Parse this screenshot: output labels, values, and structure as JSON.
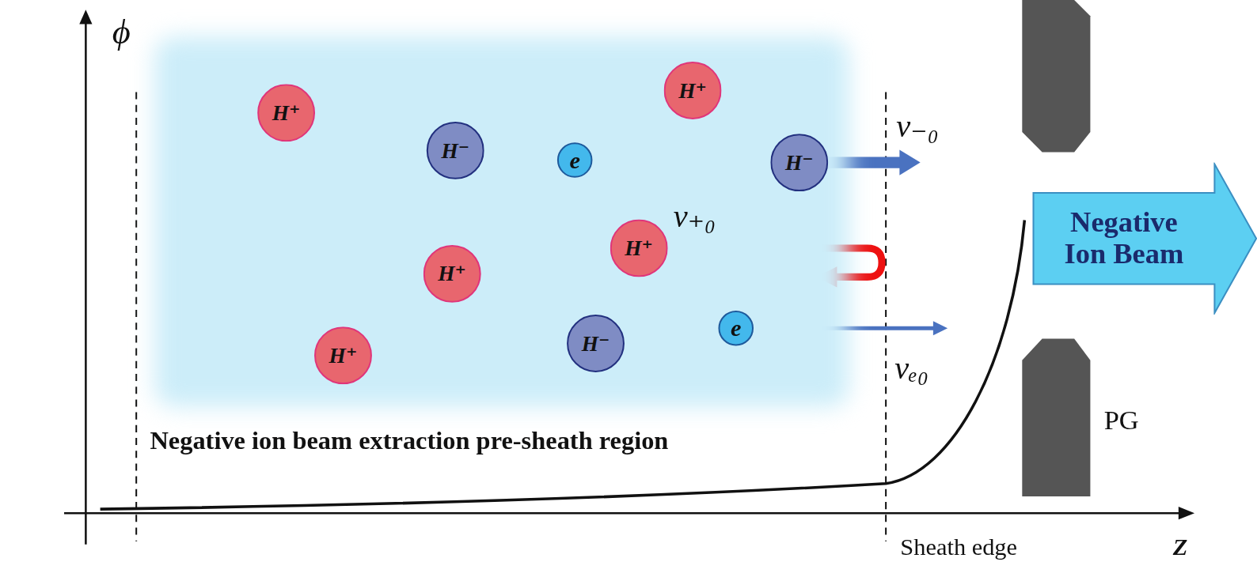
{
  "diagram": {
    "nodes": [
      {
        "text": [
          "Negative ion beam extraction pre-sheath region"
        ]
      },
      {
        "text": [
          "H⁺"
        ],
        "in": 0
      },
      {
        "text": [
          "H⁺"
        ],
        "in": 0
      },
      {
        "text": [
          "H⁻"
        ],
        "in": 0
      },
      {
        "text": [
          "e"
        ],
        "in": 0
      },
      {
        "text": [
          "H⁻"
        ],
        "in": 0
      },
      {
        "text": [
          "H⁺"
        ],
        "in": 0
      },
      {
        "text": [
          "H⁺"
        ],
        "in": 0
      },
      {
        "text": [
          "e"
        ],
        "in": 0
      },
      {
        "text": [
          "H⁻"
        ],
        "in": 0
      },
      {
        "text": [
          "H⁺"
        ],
        "in": 0
      },
      {
        "text": [
          "Negative Ion Beam"
        ]
      }
    ],
    "labels": [
      "ϕ",
      "v₋₀",
      "v₊₀",
      "vₑ₀",
      "PG",
      "Sheath edge",
      "Z"
    ]
  }
}
